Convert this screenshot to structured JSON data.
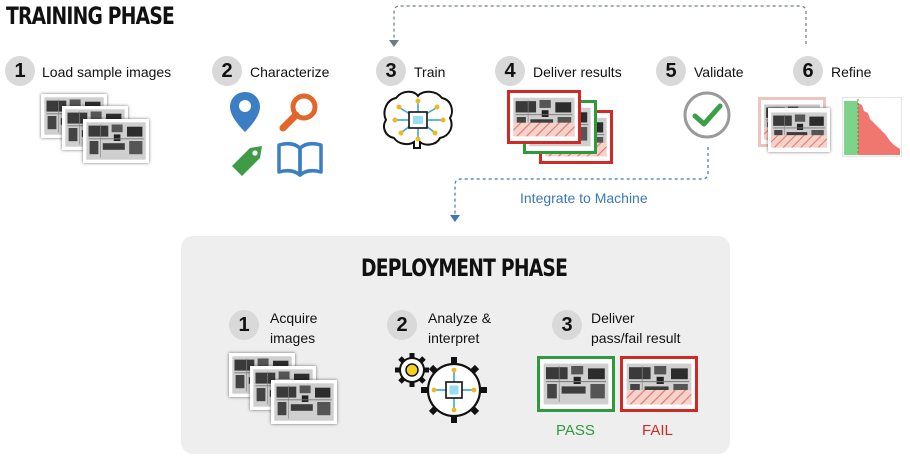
{
  "training": {
    "title": "TRAINING PHASE",
    "steps": [
      {
        "num": "1",
        "label": "Load sample images"
      },
      {
        "num": "2",
        "label": "Characterize"
      },
      {
        "num": "3",
        "label": "Train"
      },
      {
        "num": "4",
        "label": "Deliver results"
      },
      {
        "num": "5",
        "label": "Validate"
      },
      {
        "num": "6",
        "label": "Refine"
      }
    ],
    "integrate_label": "Integrate to Machine"
  },
  "deployment": {
    "title": "DEPLOYMENT PHASE",
    "steps": [
      {
        "num": "1",
        "label_line1": "Acquire",
        "label_line2": "images"
      },
      {
        "num": "2",
        "label_line1": "Analyze &",
        "label_line2": "interpret"
      },
      {
        "num": "3",
        "label_line1": "Deliver",
        "label_line2": "pass/fail result"
      }
    ],
    "pass_label": "PASS",
    "fail_label": "FAIL"
  },
  "colors": {
    "pass_green": "#2e9a3c",
    "fail_red": "#d02a26",
    "accent_blue": "#3a78b8",
    "tag_green": "#3f9b45",
    "search_orange": "#e2652a",
    "pin_blue": "#3c7ec4"
  }
}
